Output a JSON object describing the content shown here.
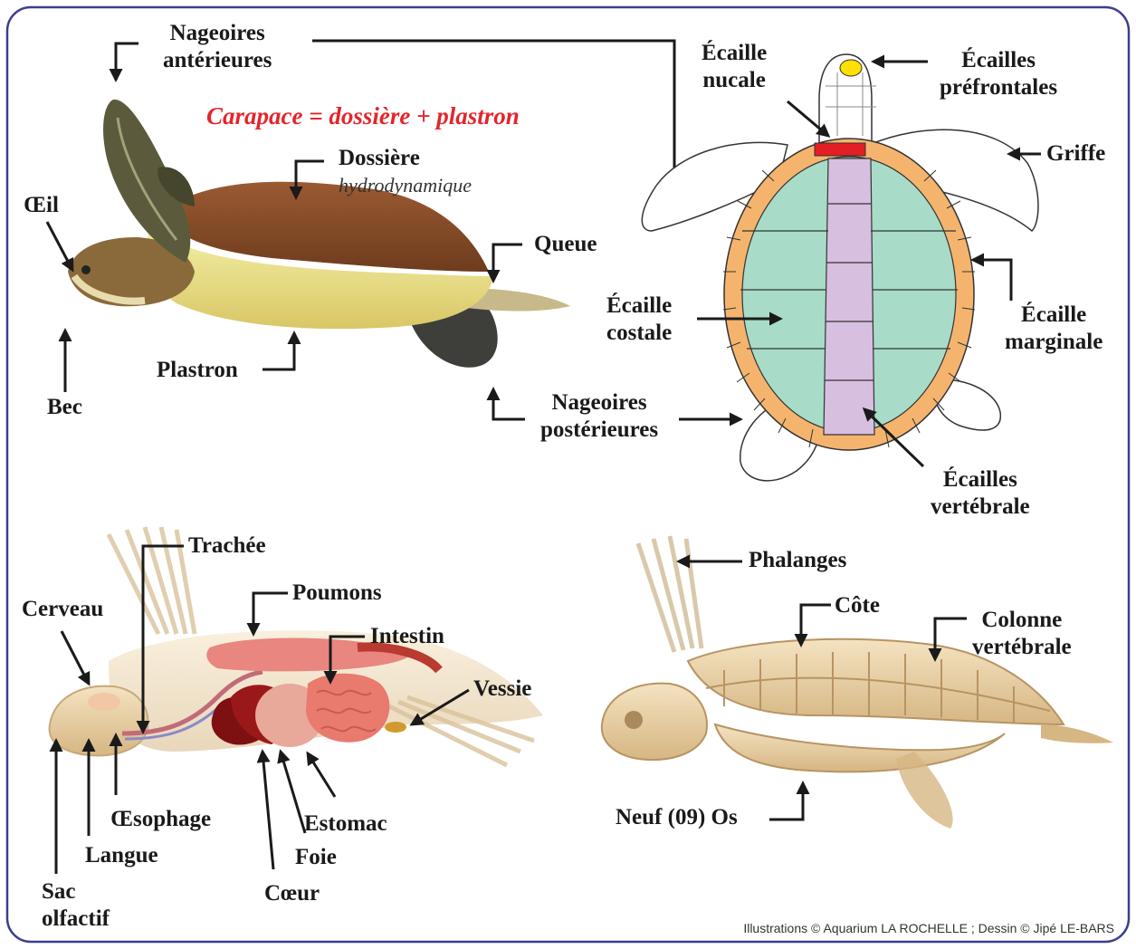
{
  "formula": "Carapace = dossière + plastron",
  "credit": "Illustrations © Aquarium LA ROCHELLE ; Dessin © Jipé LE-BARS",
  "labels": {
    "nageoires_anterieures": [
      "Nageoires",
      "antérieures"
    ],
    "dossiere": "Dossière",
    "dossiere_note": "hydrodynamique",
    "oeil": "Œil",
    "queue": "Queue",
    "plastron": "Plastron",
    "bec": "Bec",
    "nageoires_posterieures": [
      "Nageoires",
      "postérieures"
    ],
    "ecaille_nucale": [
      "Écaille",
      "nucale"
    ],
    "ecailles_prefrontales": [
      "Écailles",
      "préfrontales"
    ],
    "griffe": "Griffe",
    "ecaille_costale": [
      "Écaille",
      "costale"
    ],
    "ecaille_marginale": [
      "Écaille",
      "marginale"
    ],
    "ecailles_vertebrale": [
      "Écailles",
      "vertébrale"
    ],
    "trachee": "Trachée",
    "poumons": "Poumons",
    "cerveau": "Cerveau",
    "intestin": "Intestin",
    "vessie": "Vessie",
    "oesophage": "Œsophage",
    "estomac": "Estomac",
    "langue": "Langue",
    "foie": "Foie",
    "coeur": "Cœur",
    "sac_olfactif": [
      "Sac",
      "olfactif"
    ],
    "phalanges": "Phalanges",
    "cote": "Côte",
    "colonne": [
      "Colonne",
      "vertébrale"
    ],
    "neuf_os": "Neuf (09) Os"
  },
  "colors": {
    "frame": "#3b3f8f",
    "formula": "#e3262c",
    "arrow": "#1a1a1a",
    "scute_marginal": "#f5b46e",
    "scute_costal": "#a8dcc8",
    "scute_vertebral": "#d7bfe0",
    "nuchal": "#e31e24",
    "prefrontal": "#ffe000"
  }
}
